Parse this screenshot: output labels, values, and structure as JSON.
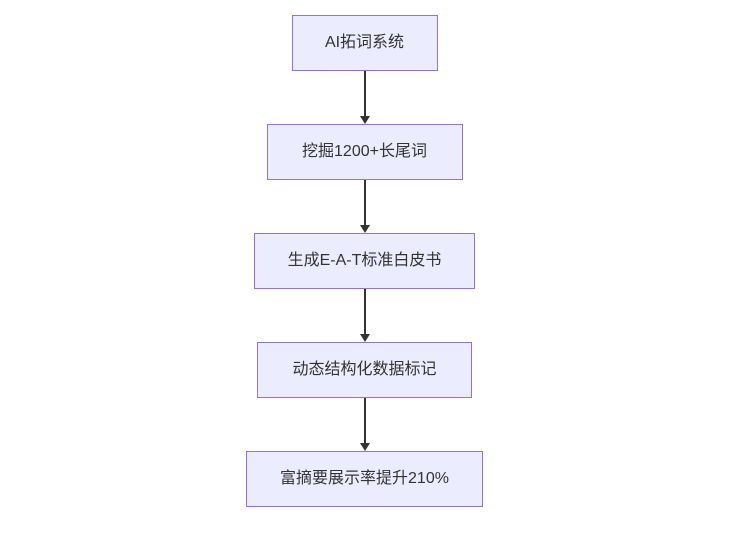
{
  "flowchart": {
    "title": "",
    "type": "vertical-flowchart",
    "nodes": [
      {
        "id": "node-1",
        "label": "AI拓词系统"
      },
      {
        "id": "node-2",
        "label": "挖掘1200+长尾词"
      },
      {
        "id": "node-3",
        "label": "生成E-A-T标准白皮书"
      },
      {
        "id": "node-4",
        "label": "动态结构化数据标记"
      },
      {
        "id": "node-5",
        "label": "富摘要展示率提升210%"
      }
    ],
    "edges": [
      {
        "from": "node-1",
        "to": "node-2",
        "style": "arrow-down"
      },
      {
        "from": "node-2",
        "to": "node-3",
        "style": "arrow-down"
      },
      {
        "from": "node-3",
        "to": "node-4",
        "style": "arrow-down"
      },
      {
        "from": "node-4",
        "to": "node-5",
        "style": "arrow-down"
      }
    ],
    "colors": {
      "node_fill": "#ECECFF",
      "node_border": "#9370DB",
      "arrow": "#333333",
      "text": "#333333",
      "background": "#FFFFFF"
    }
  }
}
